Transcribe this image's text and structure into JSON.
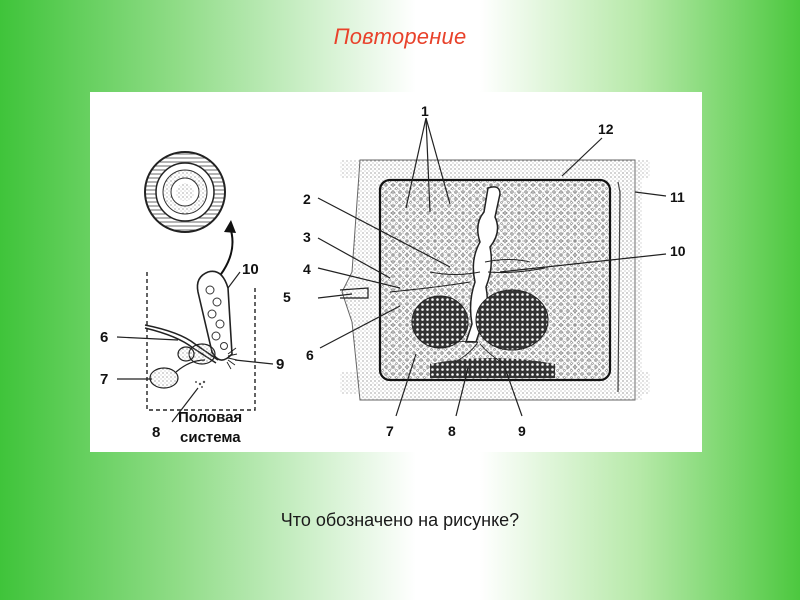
{
  "slide": {
    "title": "Повторение",
    "question": "Что обозначено на рисунке?"
  },
  "diagram": {
    "section_label_line1": "Половая",
    "section_label_line2": "система",
    "left_labels": [
      "10",
      "6",
      "7",
      "9",
      "8"
    ],
    "right_labels": [
      "1",
      "12",
      "11",
      "2",
      "3",
      "4",
      "5",
      "10",
      "6",
      "7",
      "8",
      "9"
    ]
  },
  "colors": {
    "title": "#e8422b",
    "background_green": "#3fc43a"
  }
}
